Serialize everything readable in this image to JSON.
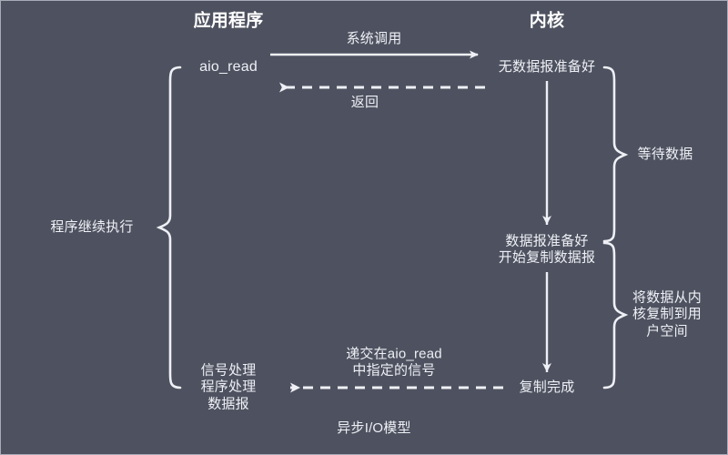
{
  "diagram": {
    "background_color": "#4e5260",
    "line_color": "#eef0f5",
    "text_color": "#eef0f5",
    "caption": "异步I/O模型",
    "titles": {
      "left": "应用程序",
      "right": "内核"
    },
    "left_column": {
      "call_label": "aio_read",
      "signal_handler_lines": "信号处理\n程序处理\n数据报"
    },
    "right_column": {
      "no_data_ready": "无数据报准备好",
      "data_ready_lines": "数据报准备好\n开始复制数据报",
      "copy_complete": "复制完成"
    },
    "arrows": {
      "syscall_label": "系统调用",
      "return_label": "返回",
      "signal_label_lines": "递交在aio_read\n中指定的信号"
    },
    "braces": {
      "left_label": "程序继续执行",
      "right_top_label": "等待数据",
      "right_bottom_lines": "将数据从内\n核复制到用\n户空间"
    }
  }
}
